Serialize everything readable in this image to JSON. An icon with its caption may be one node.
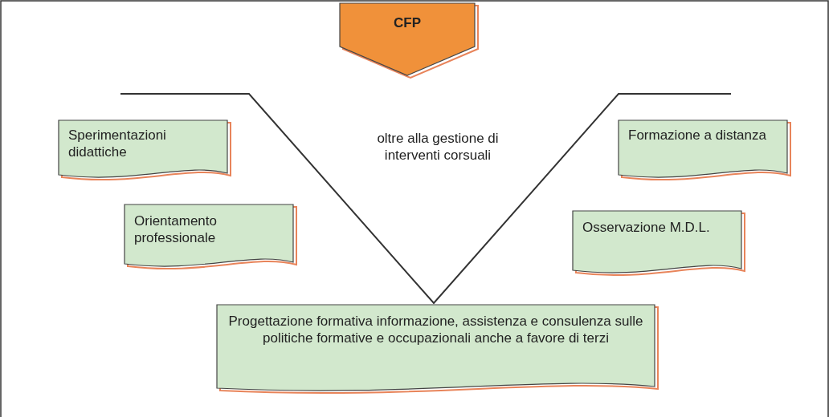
{
  "diagram": {
    "nodes": [
      {
        "text": [
          "CFP"
        ]
      },
      {
        "text": [
          "Sperimentazioni didattiche"
        ]
      },
      {
        "text": [
          "Orientamento professionale"
        ]
      },
      {
        "text": [
          "Formazione a distanza"
        ]
      },
      {
        "text": [
          "Osservazione M.D.L."
        ]
      },
      {
        "text": [
          "Progettazione formativa informazione, assistenza e consulenza sulle politiche formative e occupazionali anche a favore di terzi"
        ]
      }
    ],
    "labels": [
      "oltre alla gestione di interventi corsuali"
    ]
  }
}
